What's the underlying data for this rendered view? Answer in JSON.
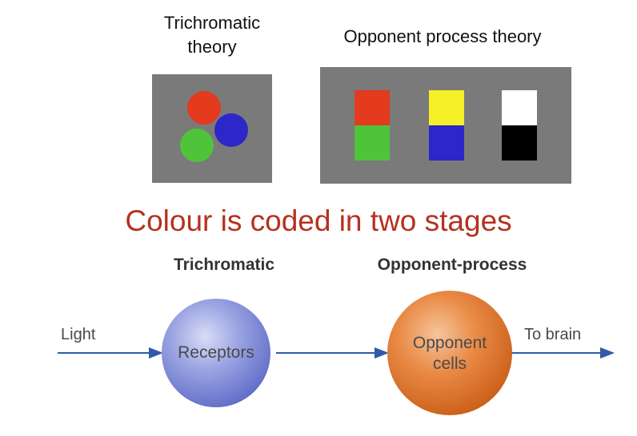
{
  "top": {
    "trichromatic_title_line1": "Trichromatic",
    "trichromatic_title_line2": "theory",
    "opponent_title": "Opponent process theory",
    "colors": {
      "panel": "#7a7a7a",
      "red": "#e43a1e",
      "green": "#4fc43a",
      "blue": "#2b27c8",
      "yellow": "#f6f026",
      "white": "#ffffff",
      "black": "#000000"
    }
  },
  "headline": "Colour is coded in two stages",
  "flow": {
    "stage1_label": "Trichromatic",
    "stage2_label": "Opponent-process",
    "input_label": "Light",
    "receptors_label": "Receptors",
    "opponent_line1": "Opponent",
    "opponent_line2": "cells",
    "output_label": "To brain",
    "colors": {
      "arrow": "#2f5ba8",
      "receptor_sphere": "#7d89d6",
      "opponent_sphere": "#e0782e"
    }
  }
}
